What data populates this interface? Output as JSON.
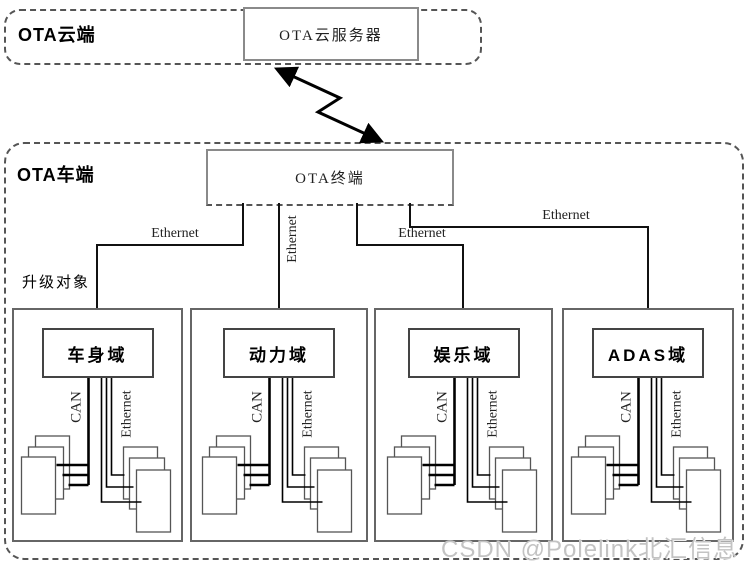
{
  "cloud": {
    "title": "OTA云端",
    "server": "OTA云服务器"
  },
  "vehicle": {
    "title": "OTA车端",
    "terminal": "OTA终端",
    "upgrade_label": "升级对象"
  },
  "ethernet_links": {
    "link1": "Ethernet",
    "link2": "Ethernet",
    "link3": "Ethernet",
    "link4": "Ethernet"
  },
  "bus": {
    "can": "CAN",
    "ethernet": "Ethernet"
  },
  "domains": [
    {
      "name": "车身域"
    },
    {
      "name": "动力域"
    },
    {
      "name": "娱乐域"
    },
    {
      "name": "ADAS域"
    }
  ],
  "watermark": "CSDN @Polelink北汇信息"
}
